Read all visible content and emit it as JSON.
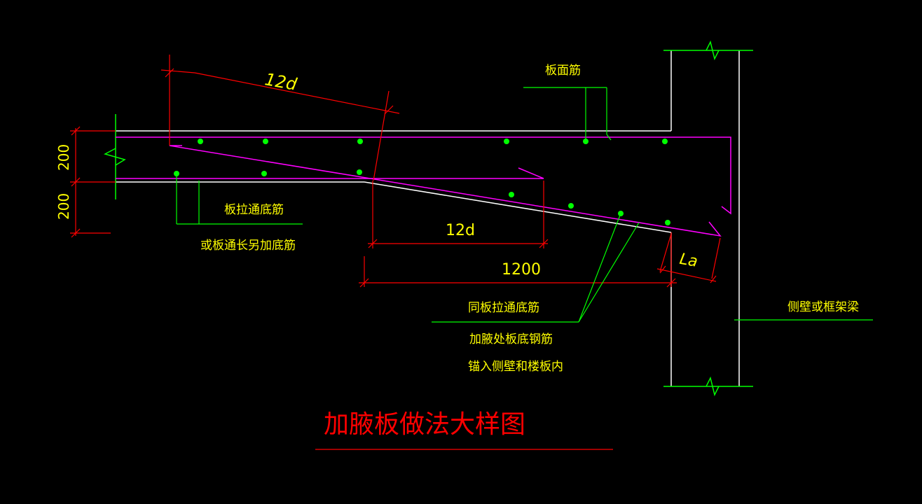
{
  "colors": {
    "background": "#000000",
    "concrete": "#ffffff",
    "rebar": "#ff00ff",
    "dimension": "#ff0000",
    "leader": "#00ff00",
    "rebar_dot": "#00ff00",
    "text": "#ffff00",
    "title": "#ff0000"
  },
  "dims": {
    "top_12d": "12d",
    "mid_12d": "12d",
    "len_1200": "1200",
    "la": "La",
    "thick_upper": "200",
    "thick_lower": "200"
  },
  "labels": {
    "top_bar": "板面筋",
    "bottom_through": "板拉通底筋",
    "bottom_extra": "或板通长另加底筋",
    "same_bottom": "同板拉通底筋",
    "haunch_bottom_1": "加腋处板底钢筋",
    "haunch_bottom_2": "锚入侧壁和楼板内",
    "side_wall": "侧壁或框架梁"
  },
  "title": "加腋板做法大样图"
}
